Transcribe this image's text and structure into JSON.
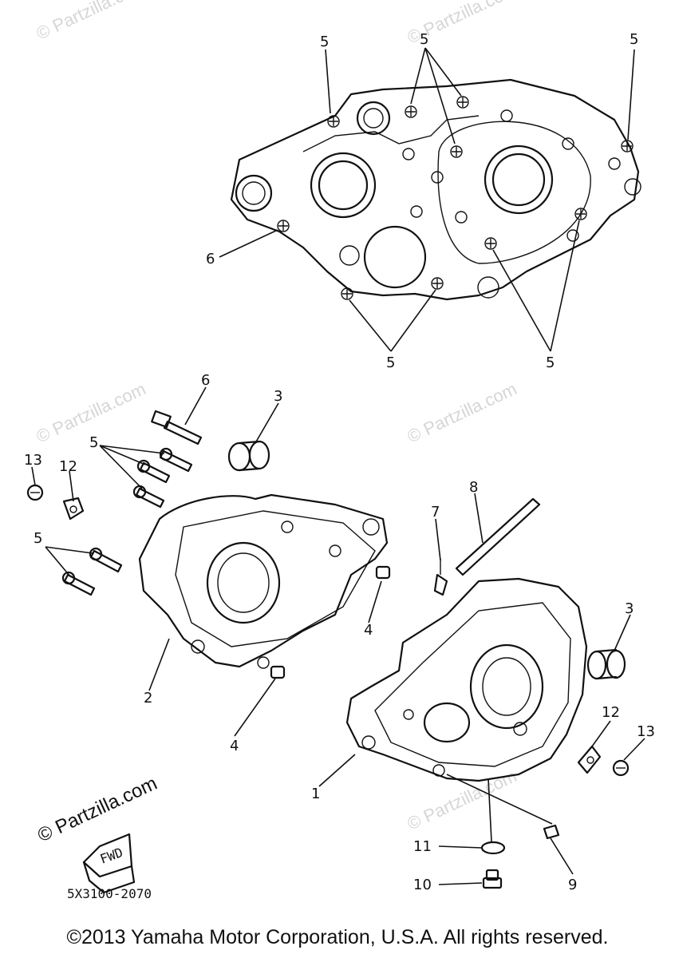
{
  "callouts": {
    "c1": "1",
    "c2": "2",
    "c3a": "3",
    "c3b": "3",
    "c4a": "4",
    "c4b": "4",
    "c5_top_left": "5",
    "c5_top_mid": "5",
    "c5_top_right": "5",
    "c5_bottom_left": "5",
    "c5_bottom_right": "5",
    "c5_bolts_upper": "5",
    "c5_bolts_lower": "5",
    "c6_top": "6",
    "c6_bolt": "6",
    "c7": "7",
    "c8": "8",
    "c9": "9",
    "c10": "10",
    "c11": "11",
    "c12a": "12",
    "c12b": "12",
    "c13a": "13",
    "c13b": "13"
  },
  "fwd_label": "FWD",
  "diagram_code": "5X3100-2070",
  "watermark_text": "© Partzilla.com",
  "copyright": "©2013 Yamaha Motor Corporation, U.S.A. All rights reserved."
}
